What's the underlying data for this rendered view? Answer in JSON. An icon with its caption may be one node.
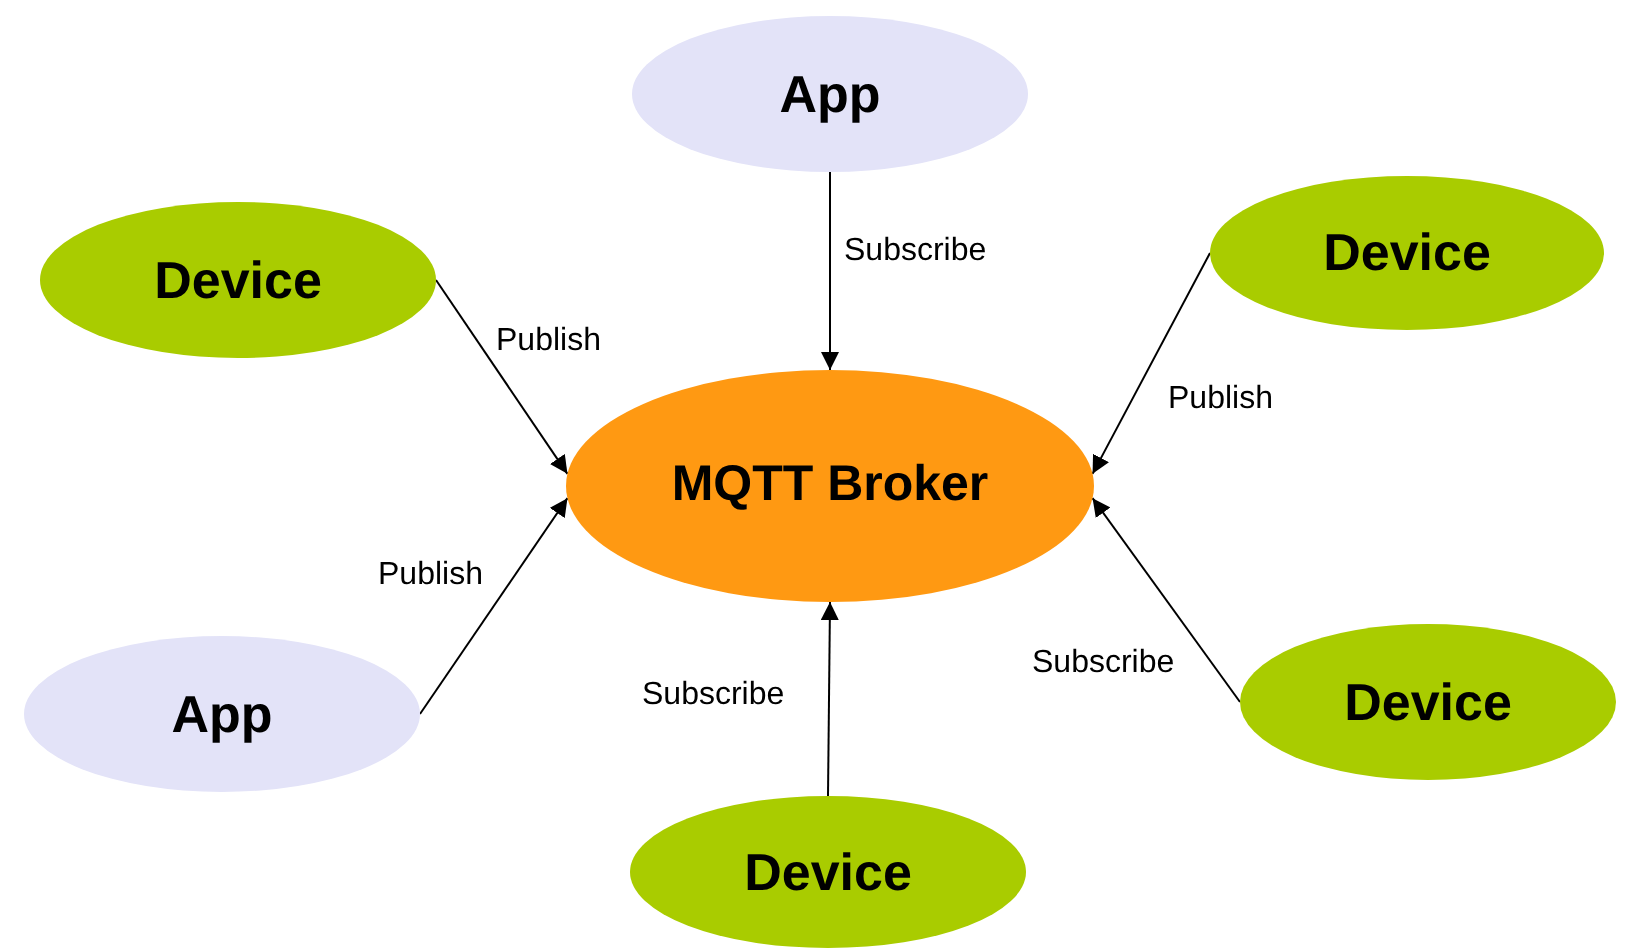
{
  "diagram": {
    "nodes": [
      {
        "text": [
          "App"
        ]
      },
      {
        "text": [
          "Device"
        ]
      },
      {
        "text": [
          "Device"
        ]
      },
      {
        "text": [
          "MQTT Broker"
        ]
      },
      {
        "text": [
          "App"
        ]
      },
      {
        "text": [
          "Device"
        ]
      },
      {
        "text": [
          "Device"
        ]
      }
    ],
    "edges": [
      {
        "from": 0,
        "to": 3,
        "arrow": "to",
        "label": "Subscribe"
      },
      {
        "from": 1,
        "to": 3,
        "arrow": "to",
        "label": "Publish"
      },
      {
        "from": 2,
        "to": 3,
        "arrow": "to",
        "label": "Publish"
      },
      {
        "from": 4,
        "to": 3,
        "arrow": "to",
        "label": "Publish"
      },
      {
        "from": 5,
        "to": 3,
        "arrow": "to",
        "label": "Subscribe"
      },
      {
        "from": 6,
        "to": 3,
        "arrow": "to",
        "label": "Subscribe"
      }
    ]
  }
}
